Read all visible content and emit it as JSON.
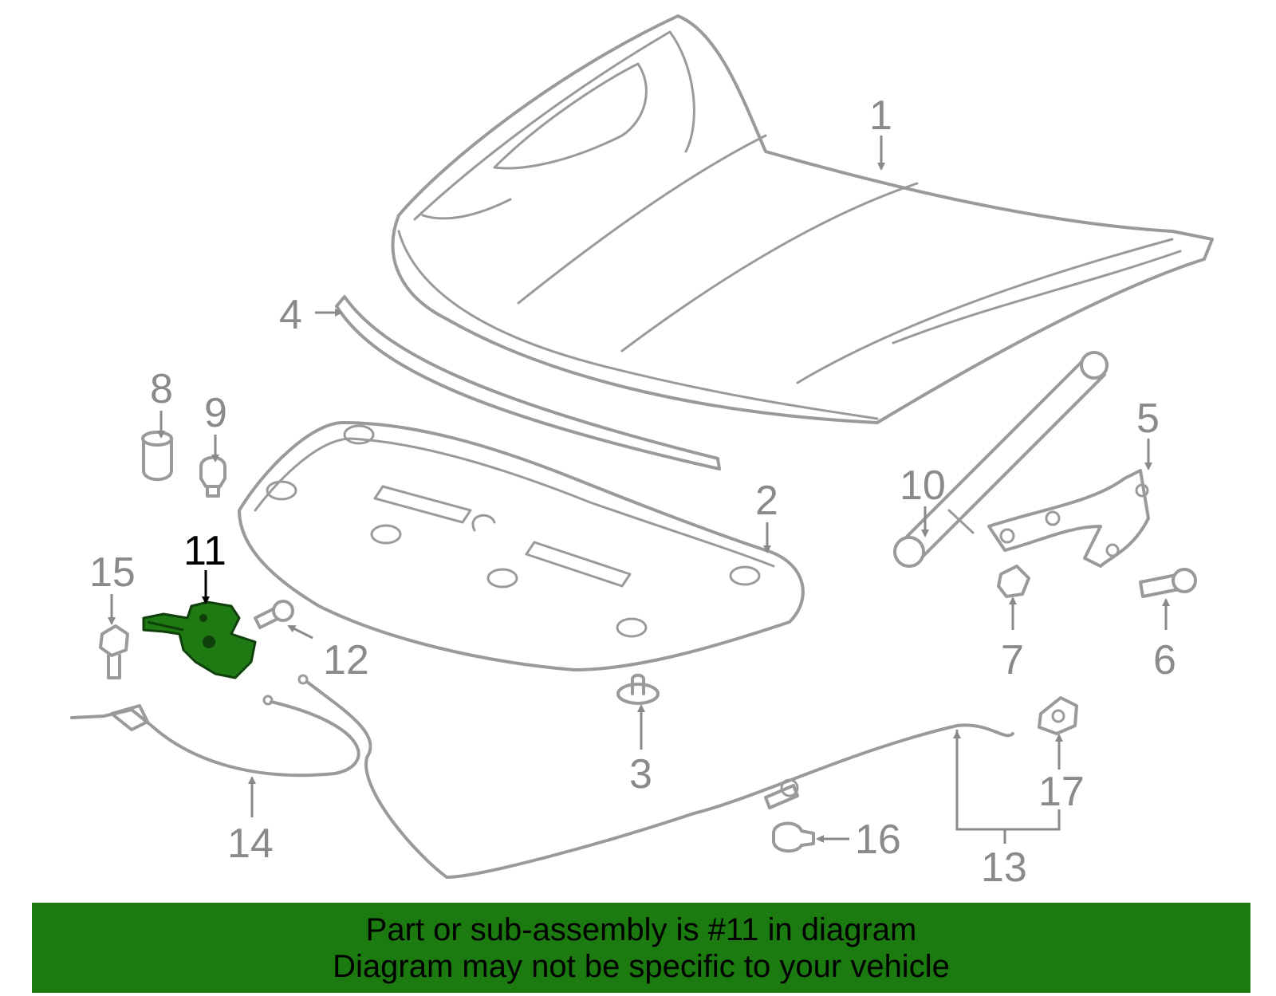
{
  "callouts": {
    "c1": "1",
    "c2": "2",
    "c3": "3",
    "c4": "4",
    "c5": "5",
    "c6": "6",
    "c7": "7",
    "c8": "8",
    "c9": "9",
    "c10": "10",
    "c11": "11",
    "c12": "12",
    "c13": "13",
    "c14": "14",
    "c15": "15",
    "c16": "16",
    "c17": "17"
  },
  "highlight": {
    "part_number": "11",
    "color": "#1b7a10"
  },
  "colors": {
    "line": "#9a9a9a",
    "label": "#8a8a8a",
    "banner": "#1b7a10"
  },
  "banner": {
    "line1": "Part or sub-assembly is #11 in diagram",
    "line2": "Diagram may not be specific to your vehicle"
  }
}
